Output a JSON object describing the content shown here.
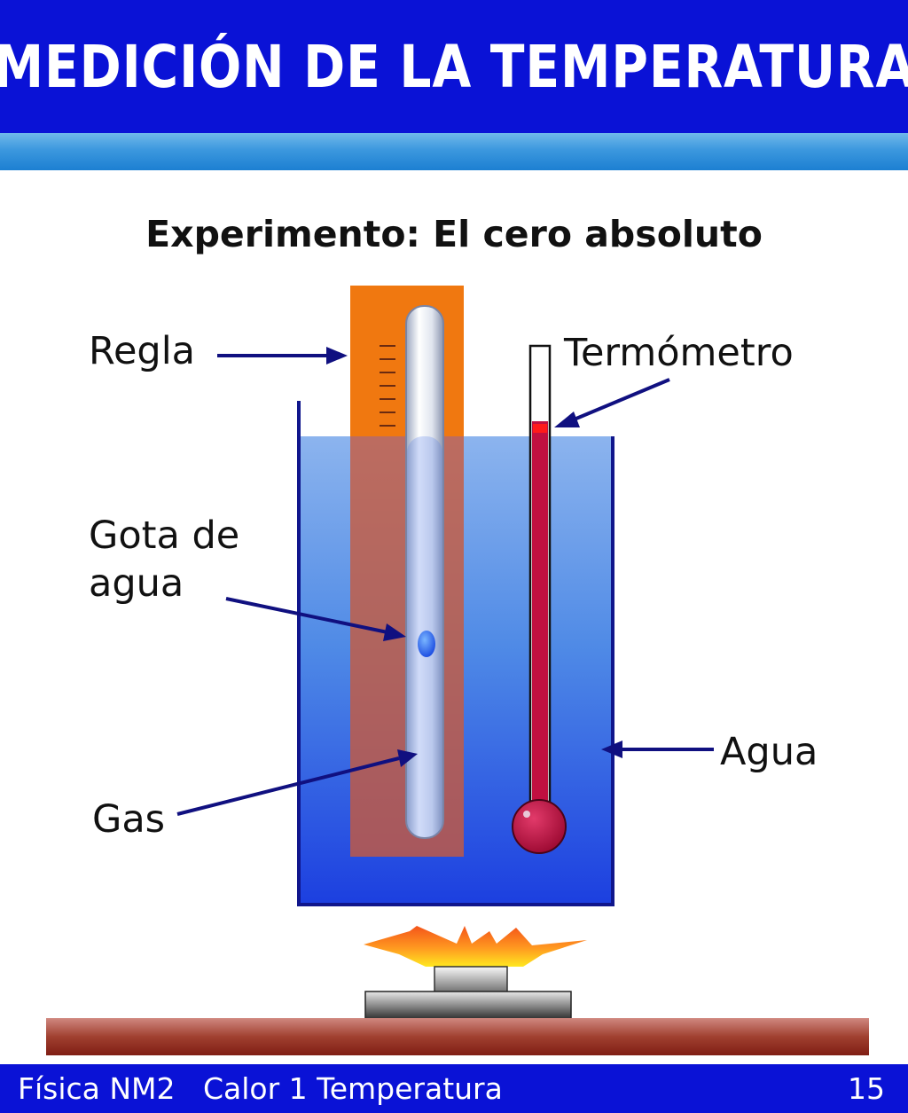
{
  "header": {
    "title": "MEDICIÓN DE LA TEMPERATURA"
  },
  "diagram": {
    "subtitle": "Experimento: El cero absoluto",
    "labels": {
      "regla": "Regla",
      "termometro": "Termómetro",
      "gota_line1": "Gota de",
      "gota_line2": "agua",
      "agua": "Agua",
      "gas": "Gas"
    }
  },
  "footer": {
    "course": "Física NM2   Calor 1 Temperatura",
    "page_number": "15"
  },
  "colors": {
    "header_blue": "#0a12d6",
    "ruler_orange": "#f07810",
    "water_blue": "#3a78e0",
    "thermometer_red": "#c01040",
    "arrow_navy": "#101080"
  }
}
